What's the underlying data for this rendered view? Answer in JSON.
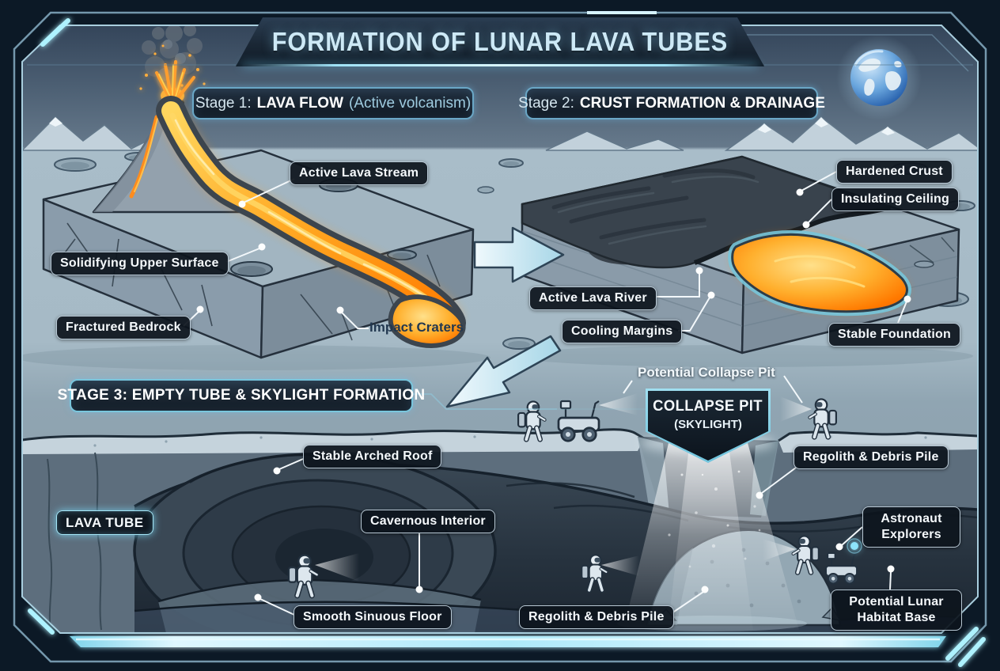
{
  "title": "FORMATION OF LUNAR LAVA TUBES",
  "stage1": {
    "prefix": "Stage 1:",
    "name": "LAVA FLOW",
    "note": "(Active volcanism)"
  },
  "stage2": {
    "prefix": "Stage 2:",
    "name": "CRUST FORMATION & DRAINAGE"
  },
  "stage3": {
    "label": "STAGE 3: EMPTY TUBE & SKYLIGHT FORMATION"
  },
  "labels": {
    "active_lava_stream": "Active Lava Stream",
    "solidifying_upper_surface": "Solidifying Upper Surface",
    "fractured_bedrock": "Fractured Bedrock",
    "impact_craters": "Impact Craters",
    "hardened_crust": "Hardened Crust",
    "insulating_ceiling": "Insulating Ceiling",
    "active_lava_river": "Active Lava River",
    "cooling_margins": "Cooling Margins",
    "stable_foundation": "Stable Foundation",
    "potential_collapse_pit": "Potential Collapse Pit",
    "collapse_pit_title": "COLLAPSE PIT",
    "collapse_pit_subtitle": "(SKYLIGHT)",
    "stable_arched_roof": "Stable Arched Roof",
    "regolith_debris_pile_upper": "Regolith & Debris Pile",
    "lava_tube": "LAVA TUBE",
    "cavernous_interior": "Cavernous Interior",
    "astronaut_explorers": "Astronaut Explorers",
    "smooth_sinuous_floor": "Smooth Sinuous Floor",
    "regolith_debris_pile_lower": "Regolith & Debris Pile",
    "potential_lunar_habitat_base": "Potential Lunar Habitat Base"
  },
  "colors": {
    "background": "#0c1824",
    "frame_line": "#9dc4d8",
    "accent_cyan": "#8fd8ec",
    "lava_orange": "#ff8a12",
    "cooling_margin_cyan": "#77c5da",
    "badge_bg": "#0d141d",
    "title_text": "#cde9f6"
  },
  "icons": {
    "earth_icon": "earth-globe",
    "astronaut_icon": "astronaut-figure",
    "rover_icon": "lunar-rover",
    "arrow_icon": "flow-arrow"
  }
}
